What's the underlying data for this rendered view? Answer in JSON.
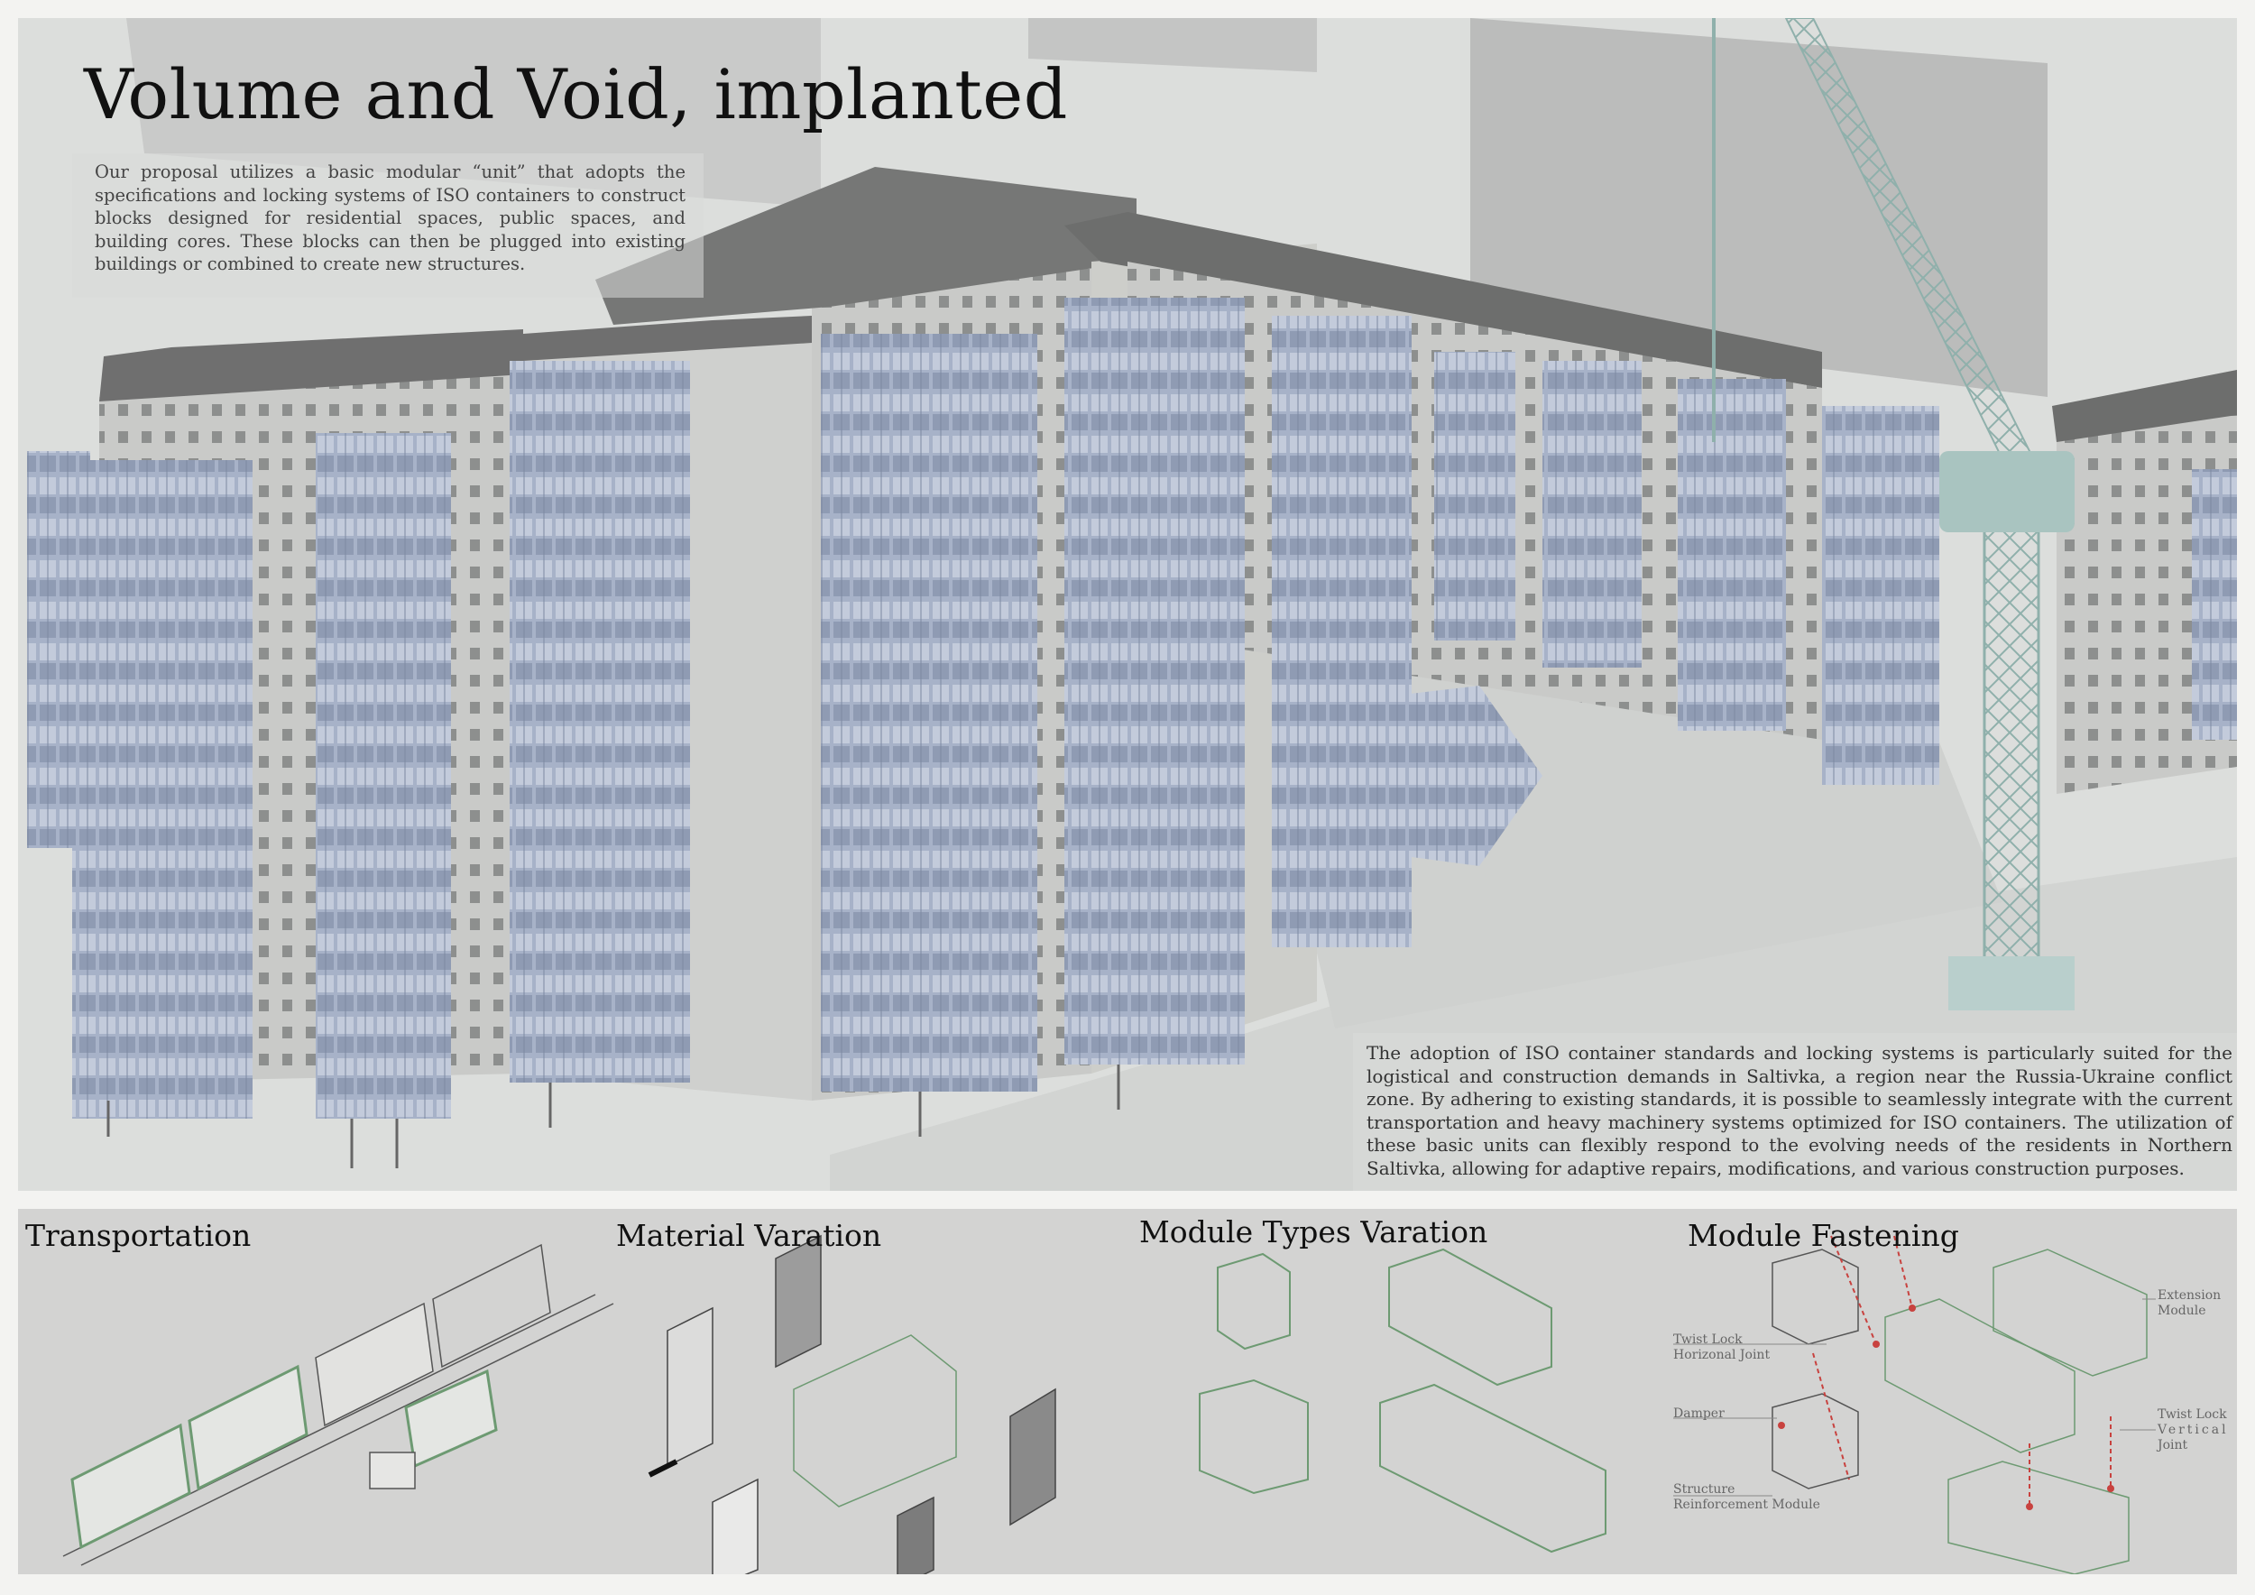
{
  "title": "Volume and Void, implanted",
  "intro_text": "Our proposal utilizes a basic modular “unit” that adopts the specifications and locking systems of ISO containers to construct blocks designed for residential spaces, public spaces, and building cores. These blocks can then be plugged into existing buildings or combined to create new structures.",
  "adoption_text": "The adoption of ISO container standards and locking systems is particularly suited for the logistical and construction demands in Saltivka, a region near the Russia-Ukraine conflict zone. By adhering to existing standards, it is possible to seamlessly integrate with the current transportation and heavy machinery systems optimized for ISO containers. The utilization of these basic units can flexibly respond to the evolving needs of the residents in Northern Saltivka, allowing for adaptive repairs, modifications, and various construction purposes.",
  "sections": {
    "transportation": "Transportation",
    "material": "Material Varation",
    "module_types": "Module Types Varation",
    "fastening": "Module Fastening"
  },
  "fastening_labels": {
    "twist_lock_horizontal_1": "Twist Lock",
    "twist_lock_horizontal_2": "Horizonal Joint",
    "damper": "Damper",
    "structure_1": "Structure",
    "structure_2": "Reinforcement Module",
    "extension_1": "Extension",
    "extension_2": "Module",
    "twist_lock_vertical_1": "Twist Lock",
    "twist_lock_vertical_2": "Vertical",
    "twist_lock_vertical_3": "Joint"
  },
  "colors": {
    "page_background": "#f3f3f1",
    "render_background": "#d9dbd9",
    "diagram_background": "#d3d3d2",
    "container_blue": "#a7b2c8",
    "crane_teal": "#a9c4c0",
    "module_green": "#6d9a72",
    "fastening_red": "#c8423f"
  }
}
